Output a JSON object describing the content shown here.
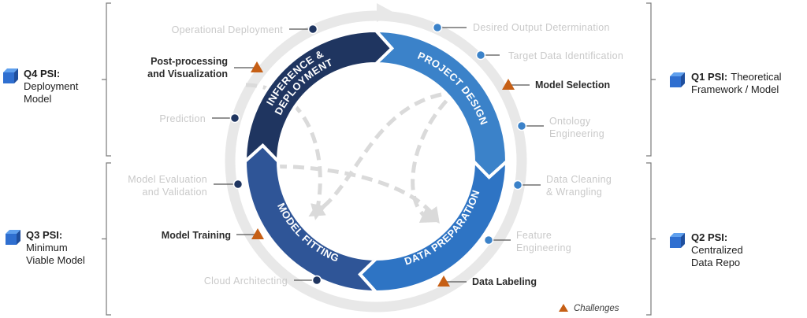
{
  "colors": {
    "ring_dark": "#1f3560",
    "ring_mid": "#2f5597",
    "ring_light": "#3b82c9",
    "ring_lighter": "#2e74c4",
    "dot_dark": "#1f3560",
    "dot_light": "#3b82c9",
    "challenge": "#c65f15",
    "faint_text": "#c9c9c9",
    "outer_ring": "#e8e8e8",
    "cube_front": "#2f6fd0",
    "cube_top": "#5fa0ee",
    "cube_side": "#1f4f9e"
  },
  "ring_segments": [
    {
      "id": "project-design",
      "lines": [
        "PROJECT DESIGN"
      ]
    },
    {
      "id": "data-preparation",
      "lines": [
        "DATA PREPARATION"
      ]
    },
    {
      "id": "model-fitting",
      "lines": [
        "MODEL FITTING"
      ]
    },
    {
      "id": "inference-deployment",
      "lines": [
        "INFERENCE &",
        "DEPLOYMENT"
      ]
    }
  ],
  "steps": [
    {
      "id": "desired-output-determination",
      "lines": [
        "Desired Output Determination"
      ],
      "type": "step",
      "dot": "light"
    },
    {
      "id": "target-data-identification",
      "lines": [
        "Target Data Identification"
      ],
      "type": "step",
      "dot": "light"
    },
    {
      "id": "model-selection",
      "lines": [
        "Model Selection"
      ],
      "type": "challenge"
    },
    {
      "id": "ontology-engineering",
      "lines": [
        "Ontology",
        "Engineering"
      ],
      "type": "step",
      "dot": "light"
    },
    {
      "id": "data-cleaning-wrangling",
      "lines": [
        "Data Cleaning",
        "& Wrangling"
      ],
      "type": "step",
      "dot": "light"
    },
    {
      "id": "feature-engineering",
      "lines": [
        "Feature",
        "Engineering"
      ],
      "type": "step",
      "dot": "light"
    },
    {
      "id": "data-labeling",
      "lines": [
        "Data Labeling"
      ],
      "type": "challenge"
    },
    {
      "id": "cloud-architecting",
      "lines": [
        "Cloud Architecting"
      ],
      "type": "step",
      "dot": "dark"
    },
    {
      "id": "model-training",
      "lines": [
        "Model Training"
      ],
      "type": "challenge"
    },
    {
      "id": "model-evaluation-validation",
      "lines": [
        "Model Evaluation",
        "and Validation"
      ],
      "type": "step",
      "dot": "dark"
    },
    {
      "id": "prediction",
      "lines": [
        "Prediction"
      ],
      "type": "step",
      "dot": "dark"
    },
    {
      "id": "post-processing-visualization",
      "lines": [
        "Post-processing",
        "and Visualization"
      ],
      "type": "challenge"
    },
    {
      "id": "operational-deployment",
      "lines": [
        "Operational  Deployment"
      ],
      "type": "step",
      "dot": "dark"
    }
  ],
  "quarters": [
    {
      "id": "q1",
      "title": "Q1 PSI:",
      "rest": "Theoretical",
      "lines": [
        "Framework / Model"
      ]
    },
    {
      "id": "q2",
      "title": "Q2 PSI:",
      "rest": "",
      "lines": [
        "Centralized",
        "Data Repo"
      ]
    },
    {
      "id": "q3",
      "title": "Q3 PSI:",
      "rest": "",
      "lines": [
        "Minimum",
        "Viable Model"
      ]
    },
    {
      "id": "q4",
      "title": "Q4 PSI:",
      "rest": "",
      "lines": [
        "Deployment",
        "Model"
      ]
    }
  ],
  "legend": {
    "label": "Challenges"
  }
}
